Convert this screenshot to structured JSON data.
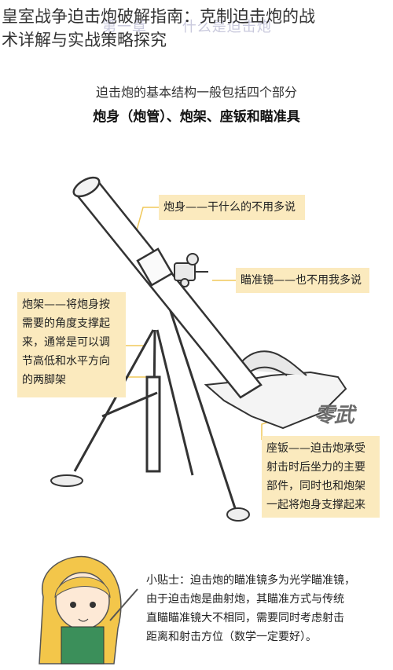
{
  "header": {
    "title_line1": "皇室战争迫击炮破解指南：克制迫击炮的战",
    "title_line2": "术详解与实战策略探究"
  },
  "watermark": {
    "chapter": "第一章",
    "heading": "什么是迫击炮"
  },
  "intro": {
    "line1": "迫击炮的基本结构一般包括四个部分",
    "line2": "炮身（炮管）、炮架、座钣和瞄准具"
  },
  "callouts": {
    "barrel": "炮身——干什么的不用多说",
    "sight": "瞄准镜——也不用我多说",
    "mount_lines": [
      "炮架——将炮身按",
      "需要的角度支撑起",
      "来，通常是可以调",
      "节高低和水平方向",
      "的两脚架"
    ],
    "plate_lines": [
      "座钣——迫击炮承受",
      "射击时后坐力的主要",
      "部件，同时也和炮架",
      "一起将炮身支撑起来"
    ]
  },
  "tip": {
    "lines": [
      "小贴士：迫击炮的瞄准镜多为光学瞄准镜，",
      "由于迫击炮是曲射炮，其瞄准方式与传统",
      "直瞄瞄准镜大不相同，需要同时考虑射击",
      "距离和射击方位（数学一定要好）。"
    ]
  },
  "logo": {
    "text": "零武"
  },
  "colors": {
    "callout_bg": "#fbeabe",
    "connector": "#f0c85a",
    "watermark": "#c9c9dd"
  },
  "icons": [
    "mortar-illustration",
    "anime-girl-illustration"
  ]
}
